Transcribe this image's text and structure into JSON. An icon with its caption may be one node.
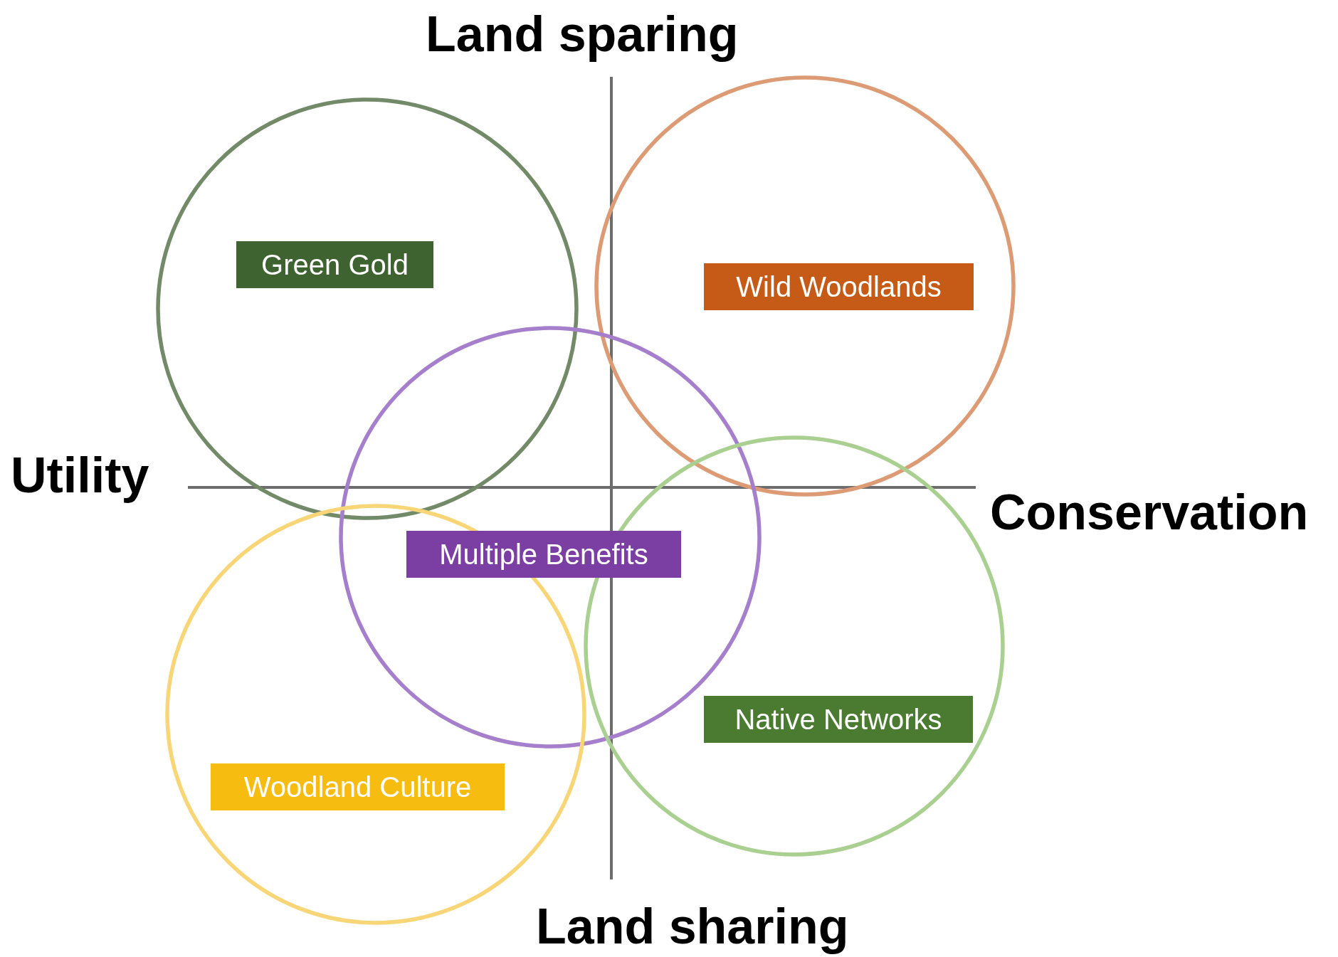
{
  "diagram": {
    "nodes": [
      {
        "text": [
          "Green Gold"
        ]
      },
      {
        "text": [
          "Wild Woodlands"
        ]
      },
      {
        "text": [
          "Multiple Benefits"
        ]
      },
      {
        "text": [
          "Woodland Culture"
        ]
      },
      {
        "text": [
          "Native Networks"
        ]
      }
    ],
    "labels": [
      "Land sparing",
      "Utility",
      "Conservation",
      "Land sharing"
    ]
  }
}
